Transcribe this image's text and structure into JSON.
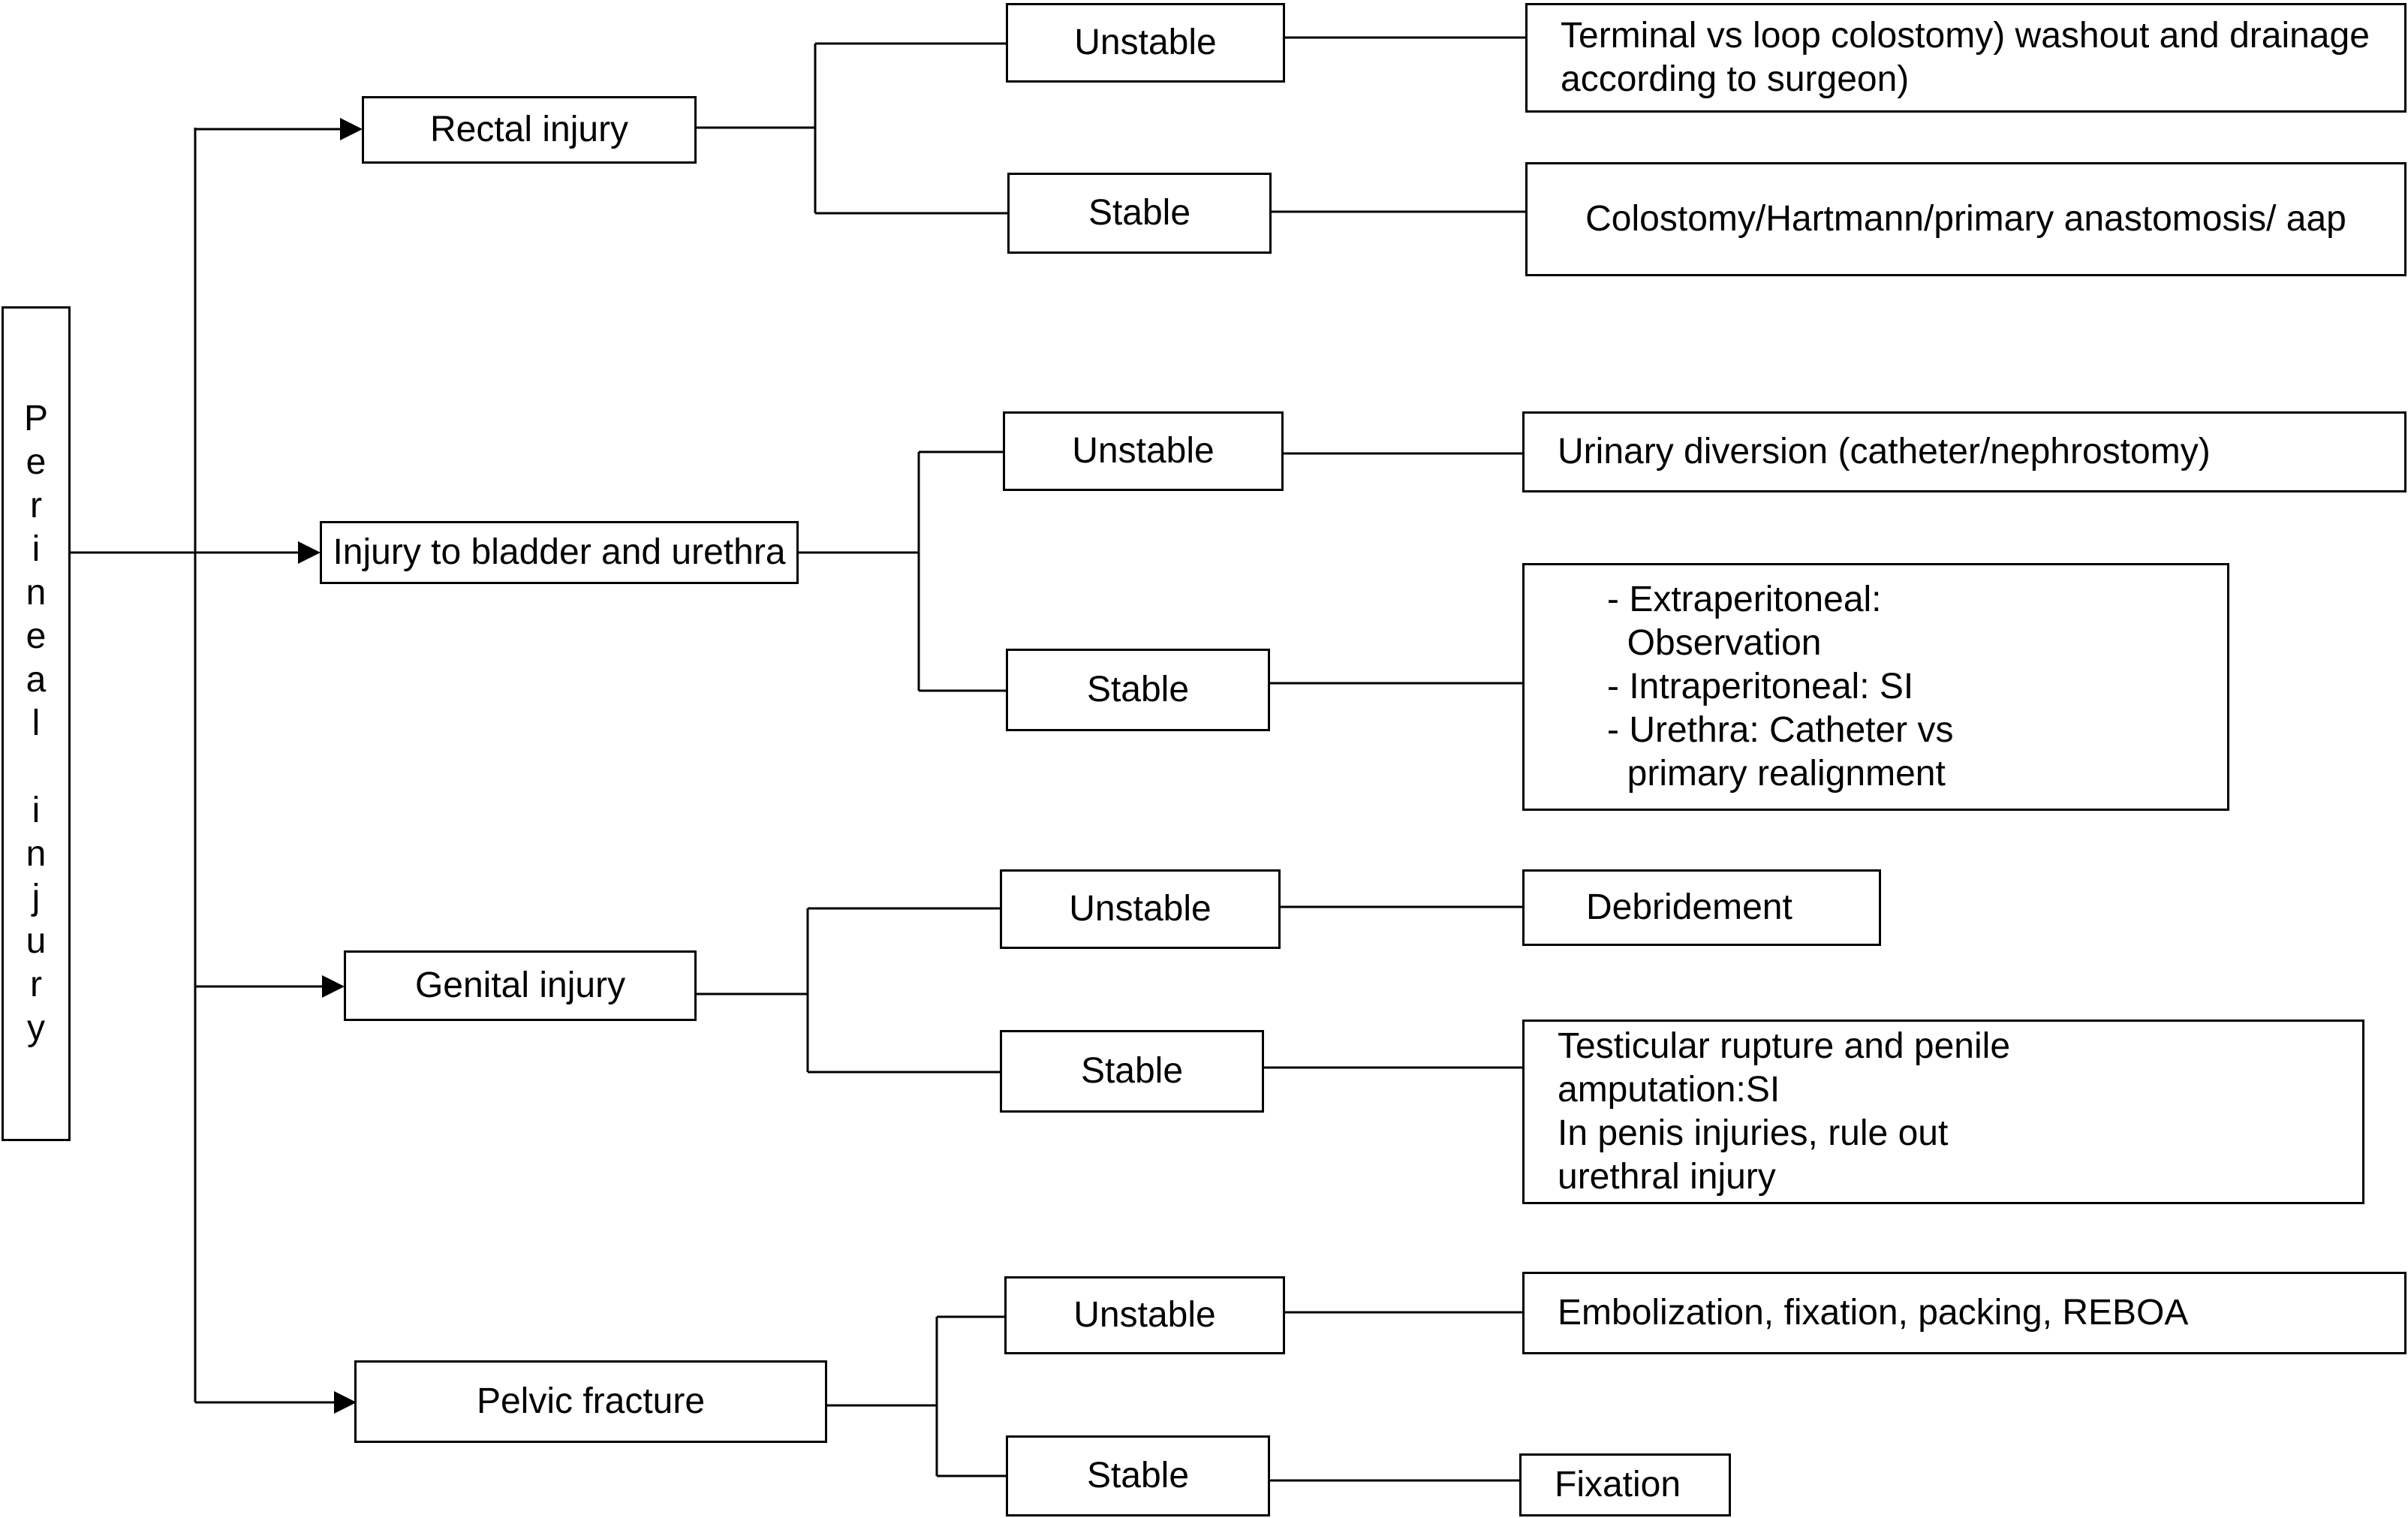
{
  "root": {
    "letters": [
      "P",
      "e",
      "r",
      "i",
      "n",
      "e",
      "a",
      "l",
      " ",
      "i",
      "n",
      "j",
      "u",
      "r",
      "y"
    ]
  },
  "categories": [
    {
      "label": "Rectal injury",
      "unstable": {
        "label": "Unstable",
        "action": "Terminal vs loop colostomy) washout and drainage\naccording to surgeon)"
      },
      "stable": {
        "label": "Stable",
        "action": "Colostomy/Hartmann/primary anastomosis/ aap"
      }
    },
    {
      "label": "Injury to bladder and urethra",
      "unstable": {
        "label": "Unstable",
        "action": "Urinary diversion (catheter/nephrostomy)"
      },
      "stable": {
        "label": "Stable",
        "action": "- Extraperitoneal:\n  Observation\n- Intraperitoneal: SI\n- Urethra: Catheter vs\n  primary realignment"
      }
    },
    {
      "label": "Genital injury",
      "unstable": {
        "label": "Unstable",
        "action": "Debridement"
      },
      "stable": {
        "label": "Stable",
        "action": "Testicular rupture and penile\namputation:SI\nIn penis injuries, rule out\nurethral injury"
      }
    },
    {
      "label": "Pelvic fracture",
      "unstable": {
        "label": "Unstable",
        "action": "Embolization, fixation, packing, REBOA"
      },
      "stable": {
        "label": "Stable",
        "action": "Fixation"
      }
    }
  ]
}
